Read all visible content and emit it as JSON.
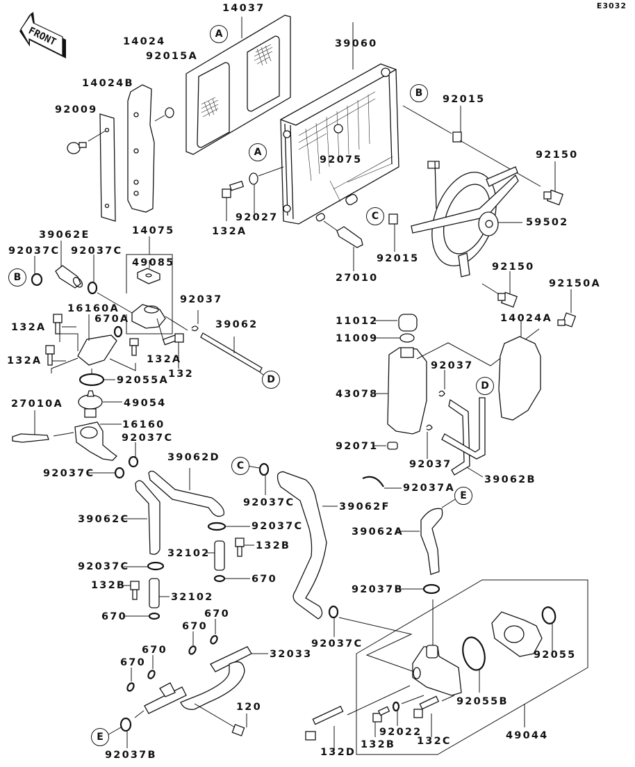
{
  "diagram": {
    "title_code": "E3032",
    "front_marker": "FRONT",
    "ref_circles": {
      "A1": "A",
      "A2": "A",
      "B1": "B",
      "B2": "B",
      "C1": "C",
      "C2": "C",
      "D1": "D",
      "D2": "D",
      "E1": "E",
      "E2": "E"
    },
    "parts": [
      {
        "id": "14037",
        "label": "14037",
        "description": "radiator-shroud"
      },
      {
        "id": "14024",
        "label": "14024",
        "description": "side-cover"
      },
      {
        "id": "92015A",
        "label": "92015A",
        "description": "grommet"
      },
      {
        "id": "14024B",
        "label": "14024B",
        "description": "cover-plate"
      },
      {
        "id": "92009",
        "label": "92009",
        "description": "screw"
      },
      {
        "id": "39060",
        "label": "39060",
        "description": "radiator"
      },
      {
        "id": "92015_top",
        "label": "92015",
        "description": "nut-clip"
      },
      {
        "id": "92075",
        "label": "92075",
        "description": "damper"
      },
      {
        "id": "92150_top",
        "label": "92150",
        "description": "bolt"
      },
      {
        "id": "132A_rad",
        "label": "132A",
        "description": "bolt"
      },
      {
        "id": "92027",
        "label": "92027",
        "description": "collar"
      },
      {
        "id": "59502",
        "label": "59502",
        "description": "fan-assembly"
      },
      {
        "id": "92015_mid",
        "label": "92015",
        "description": "nut-clip"
      },
      {
        "id": "27010",
        "label": "27010",
        "description": "fan-switch"
      },
      {
        "id": "92150_mid",
        "label": "92150",
        "description": "bolt"
      },
      {
        "id": "92150A",
        "label": "92150A",
        "description": "bolt"
      },
      {
        "id": "39062E",
        "label": "39062E",
        "description": "hose"
      },
      {
        "id": "14075",
        "label": "14075",
        "description": "filler-neck-assembly"
      },
      {
        "id": "92037C_1",
        "label": "92037C",
        "description": "clamp"
      },
      {
        "id": "92037C_2",
        "label": "92037C",
        "description": "clamp"
      },
      {
        "id": "49085",
        "label": "49085",
        "description": "radiator-cap"
      },
      {
        "id": "92037_1",
        "label": "92037",
        "description": "clip"
      },
      {
        "id": "16160A",
        "label": "16160A",
        "description": "thermostat-cover"
      },
      {
        "id": "670A",
        "label": "670A",
        "description": "o-ring"
      },
      {
        "id": "39062",
        "label": "39062",
        "description": "hose"
      },
      {
        "id": "132A_1",
        "label": "132A",
        "description": "bolt"
      },
      {
        "id": "132A_2",
        "label": "132A",
        "description": "bolt"
      },
      {
        "id": "132A_3",
        "label": "132A",
        "description": "bolt"
      },
      {
        "id": "132",
        "label": "132",
        "description": "bolt"
      },
      {
        "id": "92055A",
        "label": "92055A",
        "description": "o-ring"
      },
      {
        "id": "11012",
        "label": "11012",
        "description": "reservoir-cap"
      },
      {
        "id": "11009",
        "label": "11009",
        "description": "gasket"
      },
      {
        "id": "14024A",
        "label": "14024A",
        "description": "reservoir-cover"
      },
      {
        "id": "43078",
        "label": "43078",
        "description": "reserve-tank"
      },
      {
        "id": "92037_2",
        "label": "92037",
        "description": "clip"
      },
      {
        "id": "92037_3",
        "label": "92037",
        "description": "clip"
      },
      {
        "id": "92071",
        "label": "92071",
        "description": "grommet"
      },
      {
        "id": "39062B",
        "label": "39062B",
        "description": "hose"
      },
      {
        "id": "27010A",
        "label": "27010A",
        "description": "temperature-sensor"
      },
      {
        "id": "49054",
        "label": "49054",
        "description": "thermostat"
      },
      {
        "id": "16160",
        "label": "16160",
        "description": "thermostat-housing"
      },
      {
        "id": "92037C_3",
        "label": "92037C",
        "description": "clamp"
      },
      {
        "id": "92037C_4",
        "label": "92037C",
        "description": "clamp"
      },
      {
        "id": "39062D",
        "label": "39062D",
        "description": "hose"
      },
      {
        "id": "92037C_5",
        "label": "92037C",
        "description": "clamp"
      },
      {
        "id": "39062F",
        "label": "39062F",
        "description": "hose"
      },
      {
        "id": "92037A",
        "label": "92037A",
        "description": "clamp"
      },
      {
        "id": "39062C",
        "label": "39062C",
        "description": "hose"
      },
      {
        "id": "92037C_6",
        "label": "92037C",
        "description": "clamp"
      },
      {
        "id": "39062A",
        "label": "39062A",
        "description": "hose"
      },
      {
        "id": "32102_1",
        "label": "32102",
        "description": "pipe"
      },
      {
        "id": "132B_1",
        "label": "132B",
        "description": "bolt"
      },
      {
        "id": "92037C_7",
        "label": "92037C",
        "description": "clamp"
      },
      {
        "id": "670_1",
        "label": "670",
        "description": "o-ring"
      },
      {
        "id": "132B_2",
        "label": "132B",
        "description": "bolt"
      },
      {
        "id": "32102_2",
        "label": "32102",
        "description": "pipe"
      },
      {
        "id": "92037B_1",
        "label": "92037B",
        "description": "clamp"
      },
      {
        "id": "670_2",
        "label": "670",
        "description": "o-ring"
      },
      {
        "id": "670_3",
        "label": "670",
        "description": "o-ring"
      },
      {
        "id": "670_4",
        "label": "670",
        "description": "o-ring"
      },
      {
        "id": "92037C_8",
        "label": "92037C",
        "description": "clamp"
      },
      {
        "id": "32033",
        "label": "32033",
        "description": "water-pipe"
      },
      {
        "id": "670_5",
        "label": "670",
        "description": "o-ring"
      },
      {
        "id": "670_6",
        "label": "670",
        "description": "o-ring"
      },
      {
        "id": "92055",
        "label": "92055",
        "description": "o-ring"
      },
      {
        "id": "92055B",
        "label": "92055B",
        "description": "o-ring"
      },
      {
        "id": "120",
        "label": "120",
        "description": "bolt"
      },
      {
        "id": "92037B_2",
        "label": "92037B",
        "description": "clamp"
      },
      {
        "id": "132D",
        "label": "132D",
        "description": "bolt"
      },
      {
        "id": "92022",
        "label": "92022",
        "description": "washer"
      },
      {
        "id": "132B_3",
        "label": "132B",
        "description": "bolt"
      },
      {
        "id": "132C",
        "label": "132C",
        "description": "bolt"
      },
      {
        "id": "49044",
        "label": "49044",
        "description": "water-pump-assembly"
      }
    ]
  }
}
